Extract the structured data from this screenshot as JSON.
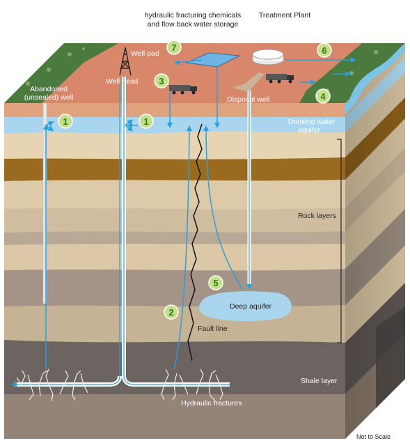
{
  "labels": {
    "chemicals_line1": "hydraulic fracturing chemicals",
    "chemicals_line2": "and flow back water storage",
    "treatment_plant": "Treatment Plant",
    "well_pad": "Well pad",
    "well_head": "Well head",
    "abandoned_line1": "Abandoned",
    "abandoned_line2": "(unsealed) well",
    "disposal_well": "Disposal well",
    "drinking_line1": "Drinking water",
    "drinking_line2": "aquifer",
    "rock_layers": "Rock layers",
    "deep_aquifer": "Deep aquifer",
    "fault_line": "Fault line",
    "shale_layer": "Shale layer",
    "hydraulic_fractures": "Hydraulic fractures",
    "not_to_scale": "Not to Scale"
  },
  "markers": [
    {
      "id": "m1a",
      "num": "1"
    },
    {
      "id": "m1b",
      "num": "1"
    },
    {
      "id": "m2",
      "num": "2"
    },
    {
      "id": "m3",
      "num": "3"
    },
    {
      "id": "m4",
      "num": "4"
    },
    {
      "id": "m5",
      "num": "5"
    },
    {
      "id": "m6",
      "num": "6"
    },
    {
      "id": "m7",
      "num": "7"
    }
  ],
  "colors": {
    "surface_soil": "#d9876a",
    "grass": "#3f6b3a",
    "water": "#a9d6ee",
    "arrow": "#2b9fd9",
    "shale": "#6b6461",
    "marker_fill": "#c6e08a",
    "marker_stroke": "#ffffff"
  }
}
